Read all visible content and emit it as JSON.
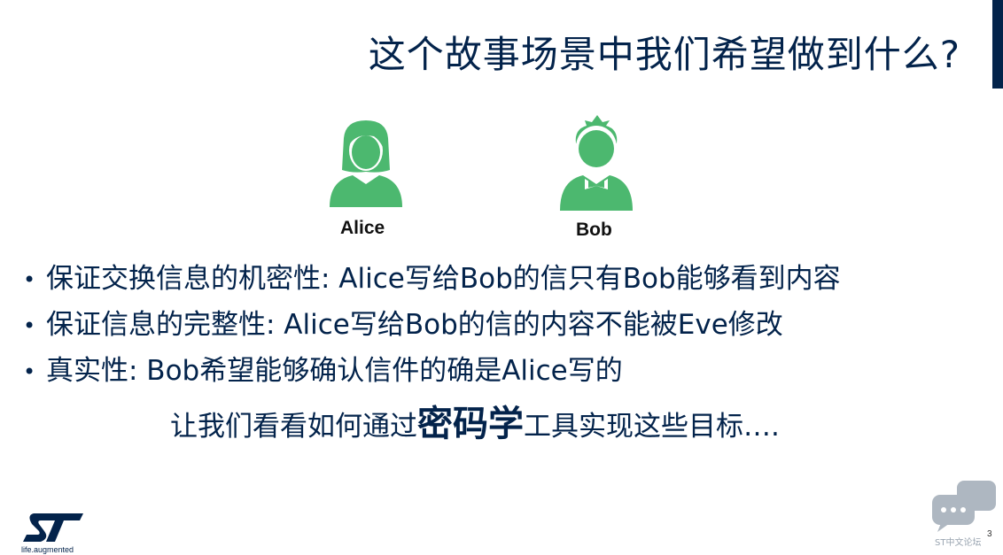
{
  "slide": {
    "title": "这个故事场景中我们希望做到什么?",
    "page_number": "3"
  },
  "characters": [
    {
      "name": "Alice",
      "icon": "woman-icon",
      "color": "#4cb86f"
    },
    {
      "name": "Bob",
      "icon": "man-icon",
      "color": "#4cb86f"
    }
  ],
  "bullets": [
    "保证交换信息的机密性: Alice写给Bob的信只有Bob能够看到内容",
    "保证信息的完整性: Alice写给Bob的信的内容不能被Eve修改",
    "真实性: Bob希望能够确认信件的确是Alice写的"
  ],
  "closing": {
    "before": "让我们看看如何通过",
    "emphasis": "密码学",
    "after": "工具实现这些目标…."
  },
  "brand": {
    "tagline": "life.augmented",
    "logo_color": "#03234b"
  },
  "watermark": {
    "label": "ST中文论坛"
  },
  "colors": {
    "accent": "#03234b",
    "avatar": "#4cb86f"
  }
}
